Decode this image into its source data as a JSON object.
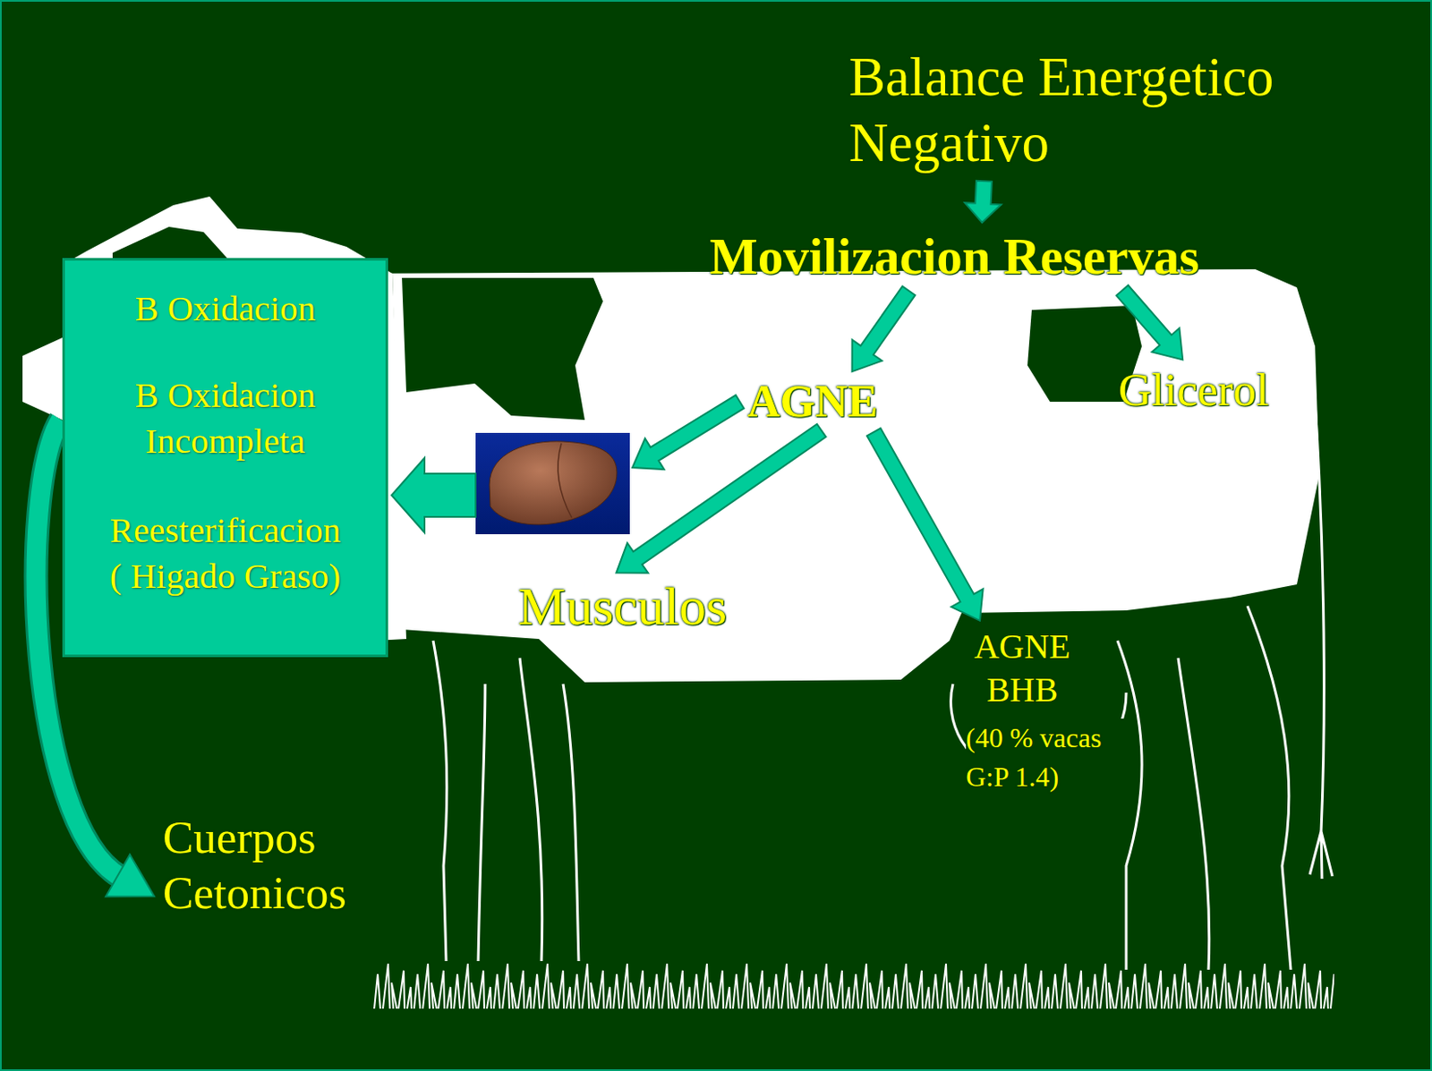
{
  "diagram": {
    "nodes": [
      {
        "text": [
          "Balance Energetico Negativo"
        ]
      },
      {
        "text": [
          "Movilizacion Reservas"
        ]
      },
      {
        "text": [
          "AGNE"
        ]
      },
      {
        "text": [
          "Glicerol"
        ]
      },
      {
        "text": [
          "B Oxidacion",
          "B Oxidacion Incompleta",
          "Reesterificacion ( Higado Graso)"
        ]
      },
      {
        "text": [
          "Musculos"
        ]
      },
      {
        "text": [
          "AGNE BHB",
          "(40 % vacas G:P 1.4)"
        ]
      },
      {
        "text": [
          "Cuerpos Cetonicos"
        ]
      }
    ],
    "edges": [
      {
        "from": 0,
        "to": 1,
        "arrow": "to"
      },
      {
        "from": 1,
        "to": 2,
        "arrow": "to"
      },
      {
        "from": 1,
        "to": 3,
        "arrow": "to"
      },
      {
        "from": 2,
        "to": 5,
        "arrow": "to"
      },
      {
        "from": 2,
        "to": 6,
        "arrow": "to"
      },
      {
        "from": 4,
        "to": 7,
        "arrow": "to"
      }
    ]
  }
}
